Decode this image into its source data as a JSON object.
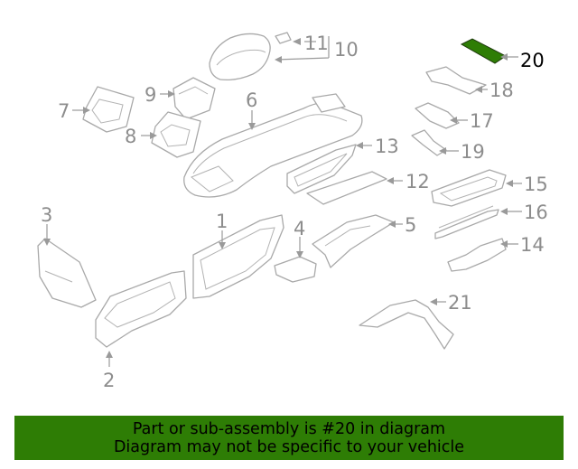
{
  "colors": {
    "banner": "#2e7d05",
    "highlight_part": "#2e7d05",
    "line": "#a9a9a9",
    "label": "#8d8d8d"
  },
  "labels": {
    "p1": "1",
    "p2": "2",
    "p3": "3",
    "p4": "4",
    "p5": "5",
    "p6": "6",
    "p7": "7",
    "p8": "8",
    "p9": "9",
    "p10": "10",
    "p11": "11",
    "p12": "12",
    "p13": "13",
    "p14": "14",
    "p15": "15",
    "p16": "16",
    "p17": "17",
    "p18": "18",
    "p19": "19",
    "p20": "20",
    "p21": "21"
  },
  "highlighted_part": "20",
  "banner": {
    "line1": "Part or sub-assembly is #20 in diagram",
    "line2": "Diagram may not be specific to your vehicle"
  }
}
